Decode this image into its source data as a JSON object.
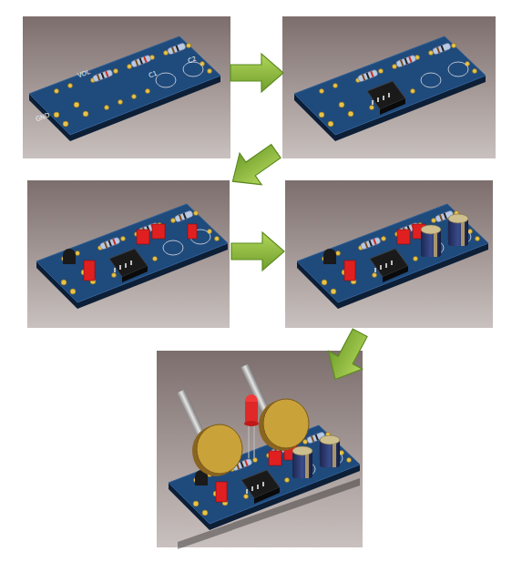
{
  "diagram": {
    "labels": [
      "VOL",
      "C1",
      "C2",
      "GND"
    ]
  }
}
